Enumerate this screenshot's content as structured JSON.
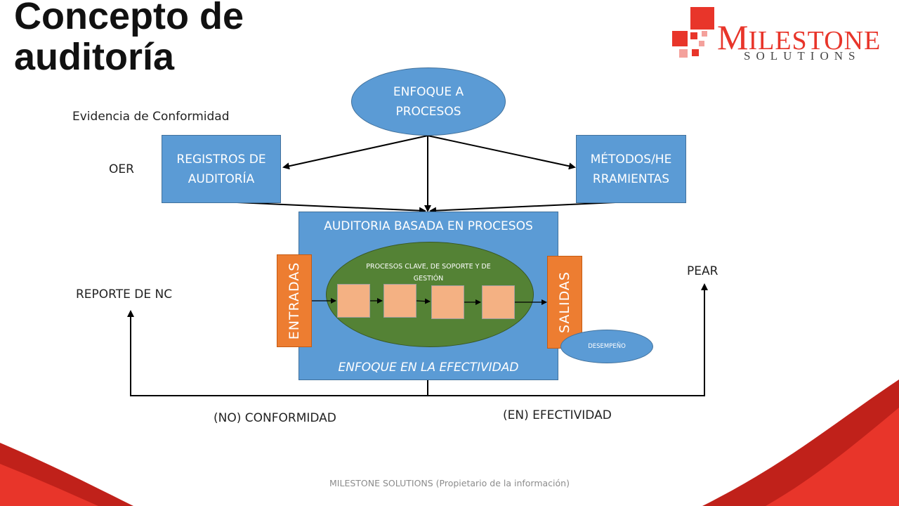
{
  "slide": {
    "title_line1": "Concepto de",
    "title_line2": "auditoría",
    "footer": "MILESTONE SOLUTIONS (Propietario de la información)"
  },
  "logo": {
    "name_initial": "M",
    "name_rest": "ILESTONE",
    "tagline": "SOLUTIONS",
    "color": "#e8352a"
  },
  "diagram": {
    "enfoque_procesos": "ENFOQUE A PROCESOS",
    "registros": "REGISTROS DE AUDITORÍA",
    "metodos": "MÉTODOS/HE RRAMIENTAS",
    "evidencia": "Evidencia de Conformidad",
    "oer": "OER",
    "auditoria_title": "AUDITORIA BASADA EN PROCESOS",
    "procesos_clave": "PROCESOS CLAVE, DE SOPORTE Y DE GESTIÓN",
    "entradas": "ENTRADAS",
    "salidas": "SALIDAS",
    "desempeno": "DESEMPEÑO",
    "enfoque_efectividad": "ENFOQUE EN LA EFECTIVIDAD",
    "reporte_nc": "REPORTE DE NC",
    "pear": "PEAR",
    "no_conformidad": "(NO) CONFORMIDAD",
    "en_efectividad": "(EN) EFECTIVIDAD"
  },
  "colors": {
    "box_blue": "#5b9bd5",
    "box_border": "#41719c",
    "orange": "#ed7d31",
    "green": "#548235",
    "peach": "#f4b183",
    "accent_red": "#e8352a"
  }
}
